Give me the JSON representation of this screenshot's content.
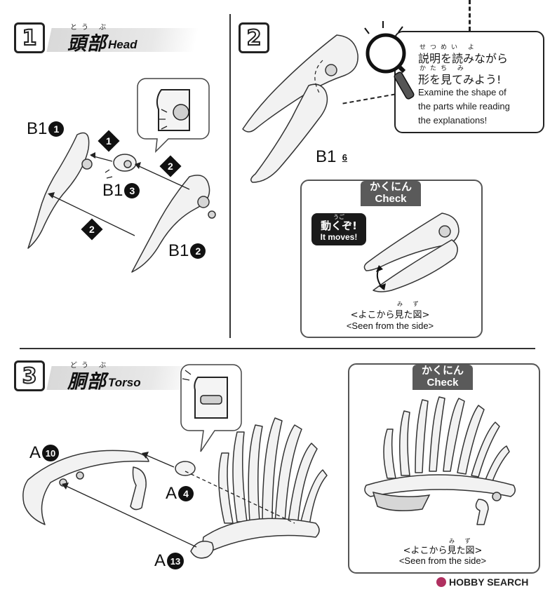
{
  "step1": {
    "number": "1",
    "ruby": "とう ぶ",
    "title_jp": "頭部",
    "title_en": "Head",
    "parts": [
      {
        "prefix": "B1",
        "num": "1"
      },
      {
        "prefix": "B1",
        "num": "3"
      },
      {
        "prefix": "B1",
        "num": "2"
      }
    ],
    "order": [
      "1",
      "2",
      "2"
    ]
  },
  "step2": {
    "number": "2",
    "part": {
      "prefix": "B1",
      "num": "6"
    },
    "tip": {
      "ruby1": "せつめい  よ",
      "line1": "説明を読みながら",
      "ruby2": "かたち  み",
      "line2": "形を見てみよう!",
      "en1": "Examine the shape of",
      "en2": "the parts while reading",
      "en3": "the explanations!"
    },
    "check": {
      "jp": "かくにん",
      "en": "Check",
      "moves_ruby": "うご",
      "moves_jp": "動くぞ!",
      "moves_en": "It moves!",
      "cap_ruby": "み  ず",
      "cap_jp": "<よこから見た図>",
      "cap_en": "<Seen from the side>"
    }
  },
  "step3": {
    "number": "3",
    "ruby": "どう ぶ",
    "title_jp": "胴部",
    "title_en": "Torso",
    "parts": [
      {
        "prefix": "A",
        "num": "10"
      },
      {
        "prefix": "A",
        "num": "4"
      },
      {
        "prefix": "A",
        "num": "13"
      }
    ],
    "check": {
      "jp": "かくにん",
      "en": "Check",
      "cap_ruby": "み  ず",
      "cap_jp": "<よこから見た図>",
      "cap_en": "<Seen from the side>"
    }
  },
  "watermark": {
    "brand": "HOBBY SEARCH"
  }
}
